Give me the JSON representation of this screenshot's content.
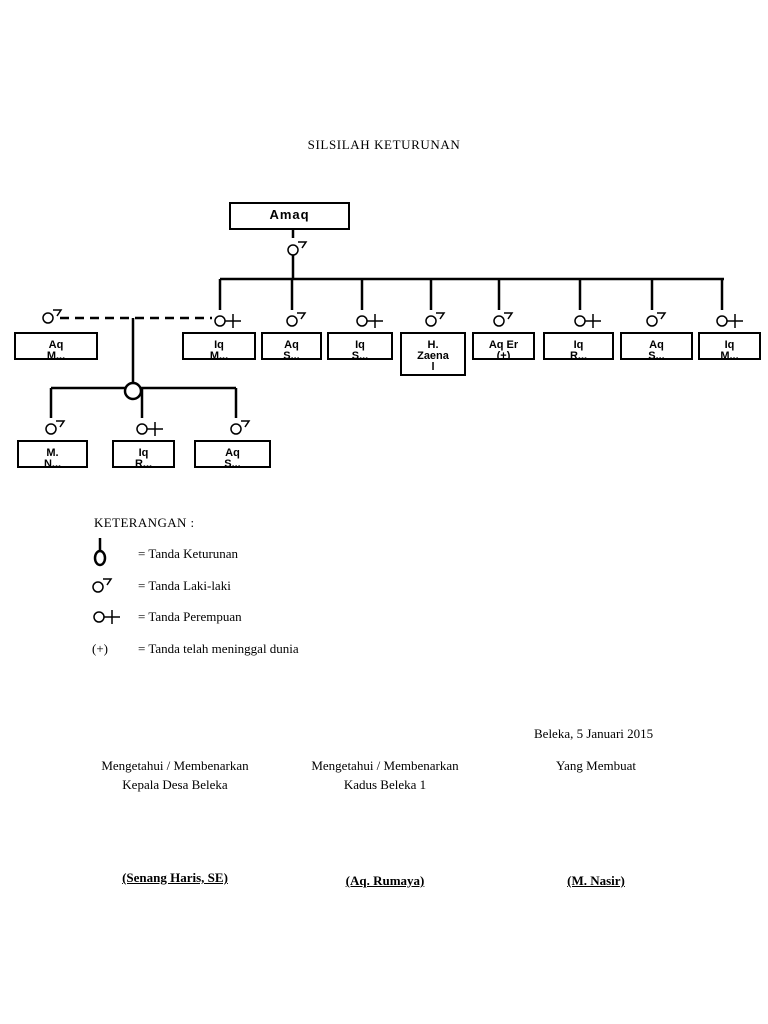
{
  "title": "SILSILAH KETURUNAN",
  "root": {
    "name": "Amaq",
    "gender": "male"
  },
  "spouse": {
    "name": "Aq\nM...",
    "gender": "male"
  },
  "children": [
    {
      "name": "Iq\nM...",
      "gender": "female"
    },
    {
      "name": "Aq\nS...",
      "gender": "male"
    },
    {
      "name": "Iq\nS...",
      "gender": "female"
    },
    {
      "name": "H.\nZaena\nl",
      "gender": "male"
    },
    {
      "name": "Aq Er\n(+)",
      "gender": "male"
    },
    {
      "name": "Iq\nR...",
      "gender": "female"
    },
    {
      "name": "Aq\nS...",
      "gender": "male"
    },
    {
      "name": "Iq\nM...",
      "gender": "female"
    }
  ],
  "grandchildren": [
    {
      "name": "M.\nN...",
      "gender": "male"
    },
    {
      "name": "Iq\nR...",
      "gender": "female"
    },
    {
      "name": "Aq\nS...",
      "gender": "male"
    }
  ],
  "legend": {
    "heading": "KETERANGAN :",
    "items": [
      {
        "symbol": "descent",
        "text": "= Tanda Keturunan"
      },
      {
        "symbol": "male",
        "text": "= Tanda Laki-laki"
      },
      {
        "symbol": "female",
        "text": "= Tanda Perempuan"
      },
      {
        "symbol": "(+)",
        "text": "= Tanda telah meninggal dunia"
      }
    ]
  },
  "signatures": {
    "place_date": "Beleka, 5 Januari 2015",
    "blocks": [
      {
        "line1": "Mengetahui / Membenarkan",
        "line2": "Kepala Desa Beleka",
        "name": "(Senang Haris, SE)"
      },
      {
        "line1": "Mengetahui / Membenarkan",
        "line2": "Kadus Beleka 1",
        "name": "(Aq. Rumaya)"
      },
      {
        "line1": "Yang Membuat",
        "line2": "",
        "name": "(M. Nasir)"
      }
    ]
  }
}
